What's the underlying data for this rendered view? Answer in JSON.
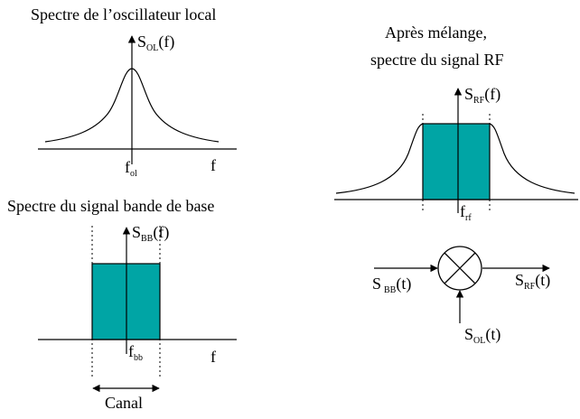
{
  "lo_panel": {
    "title": "Spectre de l’oscillateur local",
    "y_main": "S",
    "y_sub": "OL",
    "y_tail": "(f)",
    "peak_main": "f",
    "peak_sub": "ol",
    "axis_label": "f"
  },
  "bb_panel": {
    "title": "Spectre du signal bande de base",
    "y_main": "S",
    "y_sub": "BB",
    "y_tail": "(f)",
    "center_main": "f",
    "center_sub": "bb",
    "axis_label": "f",
    "width_label": "Canal",
    "fill_color": "#00a5a5"
  },
  "rf_panel": {
    "title_line1": "Après mélange,",
    "title_line2": "spectre du signal RF",
    "y_main": "S",
    "y_sub": "RF",
    "y_tail": "(f)",
    "center_main": "f",
    "center_sub": "rf",
    "fill_color": "#00a5a5"
  },
  "mixer": {
    "input_main": "S",
    "input_sub": "BB",
    "input_tail": "(t)",
    "output_main": "S",
    "output_sub": "RF",
    "output_tail": "(t)",
    "lo_main": "S",
    "lo_sub": "OL",
    "lo_tail": "(t)"
  }
}
